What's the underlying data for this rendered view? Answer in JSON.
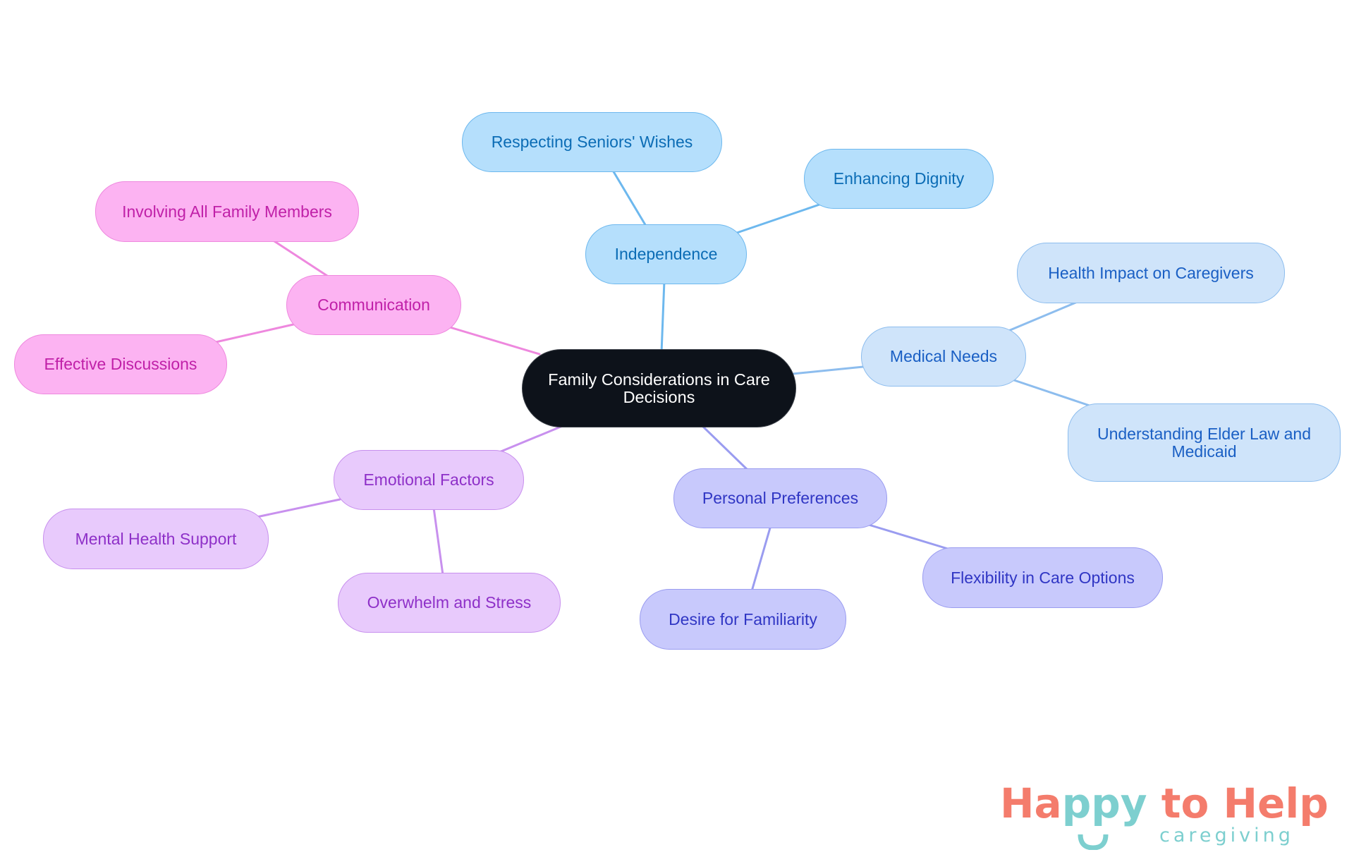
{
  "diagram": {
    "type": "mind-map",
    "root": {
      "label": "Family Considerations in Care Decisions",
      "color": "#0D121A"
    },
    "branches": [
      {
        "label": "Independence",
        "fill": "#B5DFFC",
        "stroke": "#6DB8EE",
        "text_color": "#0B6CB5",
        "children": [
          "Respecting Seniors' Wishes",
          "Enhancing Dignity"
        ]
      },
      {
        "label": "Medical Needs",
        "fill": "#CFE4FA",
        "stroke": "#8DBDEE",
        "text_color": "#1A5FC4",
        "children": [
          "Health Impact on Caregivers",
          "Understanding Elder Law and Medicaid"
        ]
      },
      {
        "label": "Personal Preferences",
        "fill": "#C8C9FC",
        "stroke": "#9A9CF0",
        "text_color": "#3036C4",
        "children": [
          "Flexibility in Care Options",
          "Desire for Familiarity"
        ]
      },
      {
        "label": "Emotional Factors",
        "fill": "#E8CAFC",
        "stroke": "#C890EE",
        "text_color": "#8E30C8",
        "children": [
          "Mental Health Support",
          "Overwhelm and Stress"
        ]
      },
      {
        "label": "Communication",
        "fill": "#FCB3F2",
        "stroke": "#EE88DE",
        "text_color": "#C020A8",
        "children": [
          "Involving All Family Members",
          "Effective Discussions"
        ]
      }
    ]
  },
  "logo": {
    "part1": "Ha",
    "part2": "ppy",
    "part3": " to Help",
    "tagline": "caregiving",
    "colors": {
      "coral": "#F47C6C",
      "teal": "#7DCFCF"
    }
  }
}
